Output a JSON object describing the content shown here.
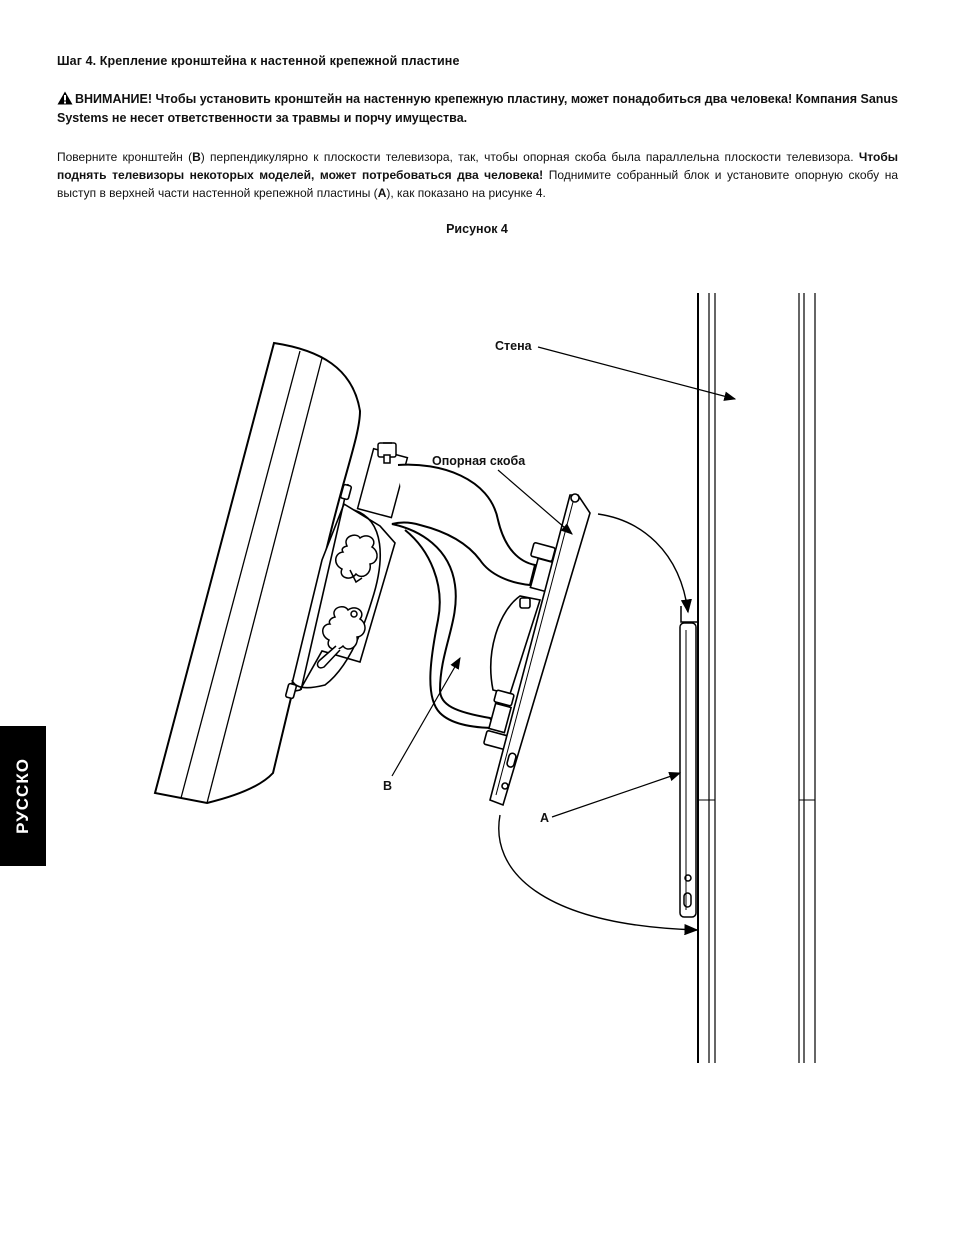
{
  "step_heading": "Шаг 4. Крепление кронштейна к настенной крепежной пластине",
  "warning": {
    "label": "ВНИМАНИЕ!",
    "text": " Чтобы установить кронштейн на настенную крепежную пластину, может понадобиться два человека! Компания Sanus Systems не несет ответственности за травмы и порчу имущества."
  },
  "instructions": {
    "part1": "Поверните кронштейн (",
    "ref_b": "B",
    "part2": ") перпендикулярно к плоскости телевизора, так, чтобы опорная скоба была параллельна плоскости телевизора. ",
    "bold_note": "Чтобы поднять телевизоры некоторых моделей, может потребоваться два человека!",
    "part3": " Поднимите собранный блок и установите опорную скобу на выступ в верхней части настенной крепежной пластины (",
    "ref_a": "A",
    "part4": "), как показано на рисунке 4."
  },
  "figure": {
    "caption": "Рисунок 4",
    "labels": {
      "wall": "Стена",
      "support_bracket": "Опорная скоба",
      "b": "B",
      "a": "A"
    }
  },
  "side_tab": "РУССКО"
}
